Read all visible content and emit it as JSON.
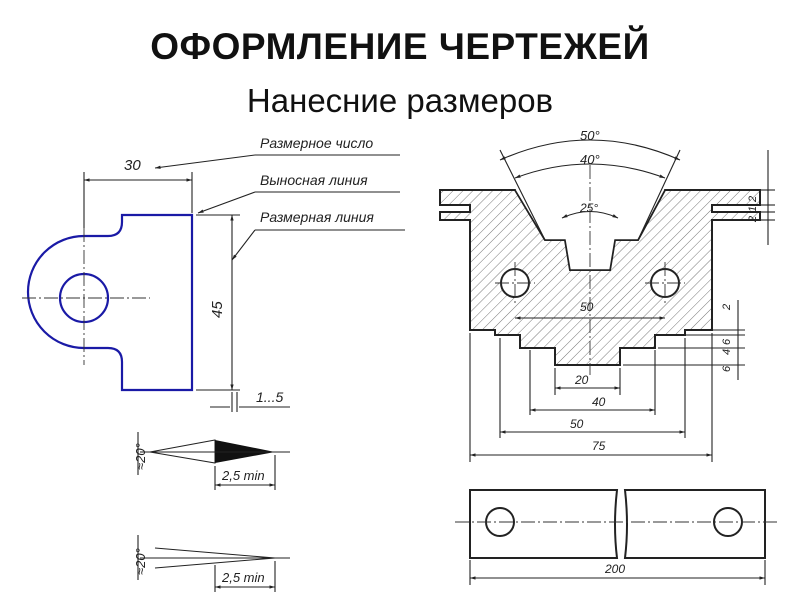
{
  "title": "ОФОРМЛЕНИЕ ЧЕРТЕЖЕЙ",
  "subtitle": "Нанесние размеров",
  "colors": {
    "outline_blue": "#1a1aa6",
    "line": "#222222",
    "hatch": "#555555"
  },
  "left_drawing": {
    "dim_top": "30",
    "dim_side": "45",
    "dim_gap": "1...5",
    "callouts": [
      "Размерное число",
      "Выносная линия",
      "Размерная линия"
    ]
  },
  "arrow_examples": [
    {
      "angle": "≈20°",
      "length": "2,5 min"
    },
    {
      "angle": "≈20°",
      "length": "2,5 min"
    }
  ],
  "right_drawing": {
    "angles": [
      "50°",
      "40°",
      "25°"
    ],
    "horizontal": [
      "50",
      "20",
      "40",
      "50",
      "75"
    ],
    "right_vertical": [
      "2",
      "1",
      "2",
      "2",
      "6",
      "4",
      "6"
    ],
    "bottom_length": "200"
  }
}
